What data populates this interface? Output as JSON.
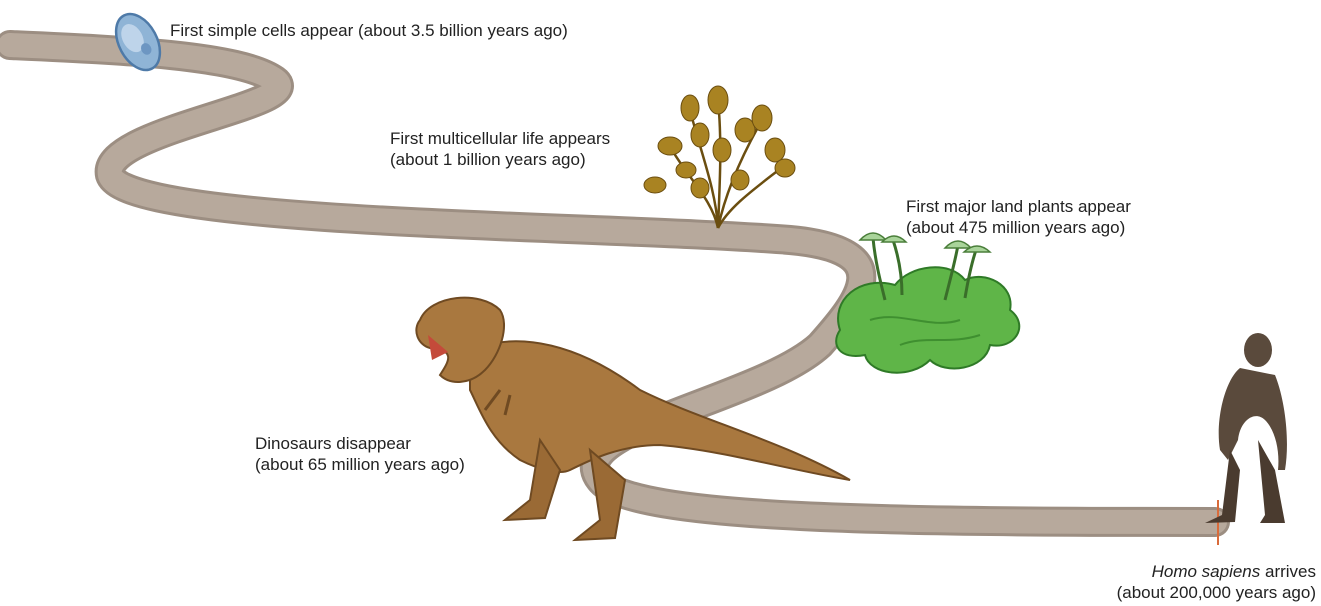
{
  "events": [
    {
      "line1": "First simple cells appear (about 3.5 billion years ago)",
      "icon": "cell-icon"
    },
    {
      "line1": "First multicellular life appears",
      "line2": "(about 1 billion years ago)",
      "icon": "seaweed-icon"
    },
    {
      "line1": "First major land plants appear",
      "line2": "(about 475 million years ago)",
      "icon": "liverwort-plant-icon"
    },
    {
      "line1": "Dinosaurs disappear",
      "line2": "(about 65 million years ago)",
      "icon": "tyrannosaurus-icon"
    },
    {
      "line1_italic": "Homo sapiens",
      "line1_rest": " arrives",
      "line2": "(about 200,000 years ago)",
      "icon": "human-figure-icon"
    }
  ],
  "colors": {
    "path": "#b7a99c",
    "path_edge": "#9c8e82",
    "cell": "#8fb4d6",
    "seaweed": "#9c7a1e",
    "plant": "#5fb548",
    "dinosaur": "#a9783f",
    "human": "#5a4a3c",
    "text": "#222222"
  }
}
